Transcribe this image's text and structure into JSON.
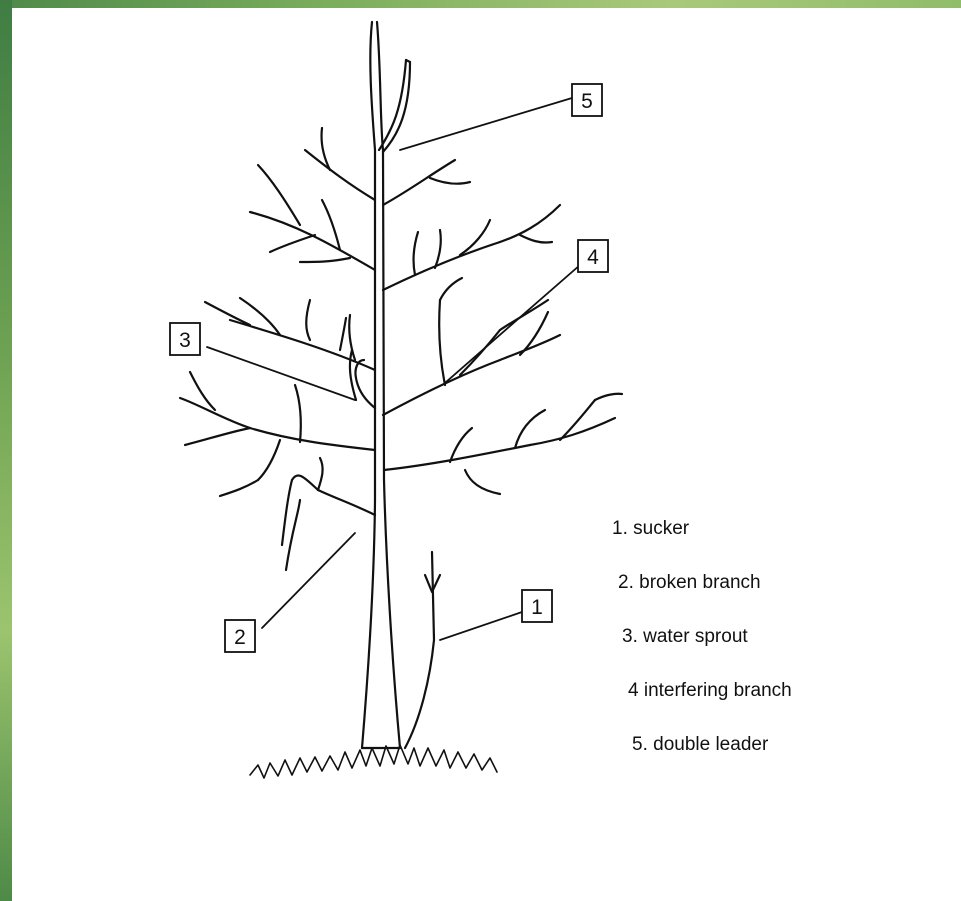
{
  "callouts": [
    {
      "number": "1"
    },
    {
      "number": "2"
    },
    {
      "number": "3"
    },
    {
      "number": "4"
    },
    {
      "number": "5"
    }
  ],
  "legend": [
    {
      "text": "1. sucker"
    },
    {
      "text": "2. broken branch"
    },
    {
      "text": "3. water sprout"
    },
    {
      "text": "4  interfering branch"
    },
    {
      "text": "5. double leader"
    }
  ],
  "colors": {
    "frame_dark": "#3f7d43",
    "frame_light": "#9cc46e",
    "ink": "#111111",
    "background": "#ffffff"
  }
}
